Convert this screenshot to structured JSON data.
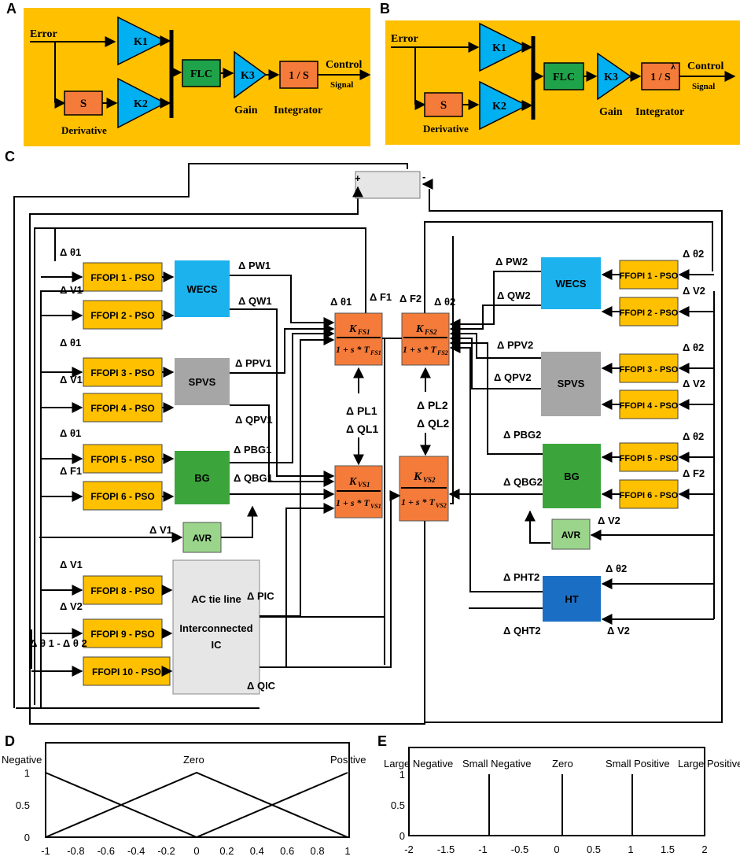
{
  "panels": {
    "a": "A",
    "b": "B",
    "c": "C",
    "d": "D",
    "e": "E"
  },
  "panel_a": {
    "error": "Error",
    "derivative_block": "S",
    "derivative_label": "Derivative",
    "k1": "K1",
    "k2": "K2",
    "flc": "FLC",
    "k3": "K3",
    "gain": "Gain",
    "integrator_block": "1 / S",
    "integrator": "Integrator",
    "control": "Control",
    "signal": "Signal"
  },
  "panel_b": {
    "error": "Error",
    "derivative_block": "S",
    "derivative_label": "Derivative",
    "k1": "K1",
    "k2": "K2",
    "flc": "FLC",
    "k3": "K3",
    "gain": "Gain",
    "integrator_block": "1 / S",
    "lambda": "λ",
    "integrator": "Integrator",
    "control": "Control",
    "signal": "Signal"
  },
  "panel_c": {
    "left_ctrl": [
      "FFOPI 1 - PSO",
      "FFOPI 2 - PSO",
      "FFOPI 3 - PSO",
      "FFOPI 4 - PSO",
      "FFOPI 5 - PSO",
      "FFOPI 6 - PSO",
      "FFOPI 8 - PSO",
      "FFOPI 9 - PSO",
      "FFOPI 10 - PSO"
    ],
    "left_in": [
      "Δ θ1",
      "Δ V1",
      "Δ θ1",
      "Δ V1",
      "Δ θ1",
      "Δ F1",
      "Δ V1",
      "Δ V2",
      "Δ θ 1 - Δ θ 2"
    ],
    "right_ctrl": [
      "FFOPI 1 - PSO",
      "FFOPI 2 - PSO",
      "FFOPI 3 - PSO",
      "FFOPI 4 - PSO",
      "FFOPI 5 - PSO",
      "FFOPI 6 - PSO"
    ],
    "right_in": [
      "Δ θ2",
      "Δ V2",
      "Δ θ2",
      "Δ V2",
      "Δ θ2",
      "Δ F2"
    ],
    "wecs": "WECS",
    "spvs": "SPVS",
    "bg": "BG",
    "avr": "AVR",
    "ht": "HT",
    "ac_tie": [
      "AC tie line",
      "Interconnected",
      "IC"
    ],
    "left_outs": {
      "pw1": "Δ PW1",
      "qw1": "Δ QW1",
      "ppv1": "Δ PPV1",
      "qpv1": "Δ QPV1",
      "pbg1": "Δ PBG1",
      "qbg1": "Δ QBG1",
      "avr_in": "Δ V1",
      "pic": "Δ PIC",
      "qic": "Δ QIC"
    },
    "right_outs": {
      "pw2": "Δ PW2",
      "qw2": "Δ QW2",
      "ppv2": "Δ PPV2",
      "qpv2": "Δ QPV2",
      "pbg2": "Δ PBG2",
      "qbg2": "Δ QBG2",
      "avr_in": "Δ V2",
      "pht2": "Δ PHT2",
      "qht2": "Δ QHT2",
      "ht_th": "Δ θ2",
      "ht_v": "Δ V2"
    },
    "center": {
      "dth1": "Δ θ1",
      "df1": "Δ F1",
      "df2": "Δ F2",
      "dth2": "Δ θ2",
      "pl1": "Δ PL1",
      "ql1": "Δ QL1",
      "pl2": "Δ PL2",
      "ql2": "Δ QL2",
      "plus": "+",
      "minus": "-"
    },
    "tf": {
      "fs1_num": "K",
      "fs1_sub": "FS1",
      "fs1_den": "1 + s * T",
      "fs1_den_sub": "FS1",
      "fs2_num": "K",
      "fs2_sub": "FS2",
      "fs2_den": "1 + s * T",
      "fs2_den_sub": "FS2",
      "vs1_num": "K",
      "vs1_sub": "VS1",
      "vs1_den": "1 + s * T",
      "vs1_den_sub": "VS1",
      "vs2_num": "K",
      "vs2_sub": "VS2",
      "vs2_den": "1 + s * T",
      "vs2_den_sub": "VS2"
    }
  },
  "panel_d": {
    "labels": [
      "Negative",
      "Zero",
      "Positive"
    ],
    "yticks": [
      "0",
      "0.5",
      "1"
    ],
    "xticks": [
      "-1",
      "-0.8",
      "-0.6",
      "-0.4",
      "-0.2",
      "0",
      "0.2",
      "0.4",
      "0.6",
      "0.8",
      "1"
    ]
  },
  "panel_e": {
    "labels": [
      "Large Negative",
      "Small Negative",
      "Zero",
      "Small Positive",
      "Large Positive"
    ],
    "yticks": [
      "0",
      "0.5",
      "1"
    ],
    "xticks": [
      "-2",
      "-1.5",
      "-1",
      "-0.5",
      "0",
      "0.5",
      "1",
      "1.5",
      "2"
    ]
  },
  "colors": {
    "bg_orange": "#FFC000",
    "gain_blue": "#00B0F0",
    "block_orange": "#F47B3A",
    "flc_green": "#1FA34A",
    "ffopi": "#FFC000",
    "wecs": "#1BB2EE",
    "spvs": "#A6A6A6",
    "bg": "#3BA53B",
    "avr": "#9AD58B",
    "ht": "#1A6FC4",
    "tf": "#F47B3A",
    "ic": "#E6E6E6"
  }
}
